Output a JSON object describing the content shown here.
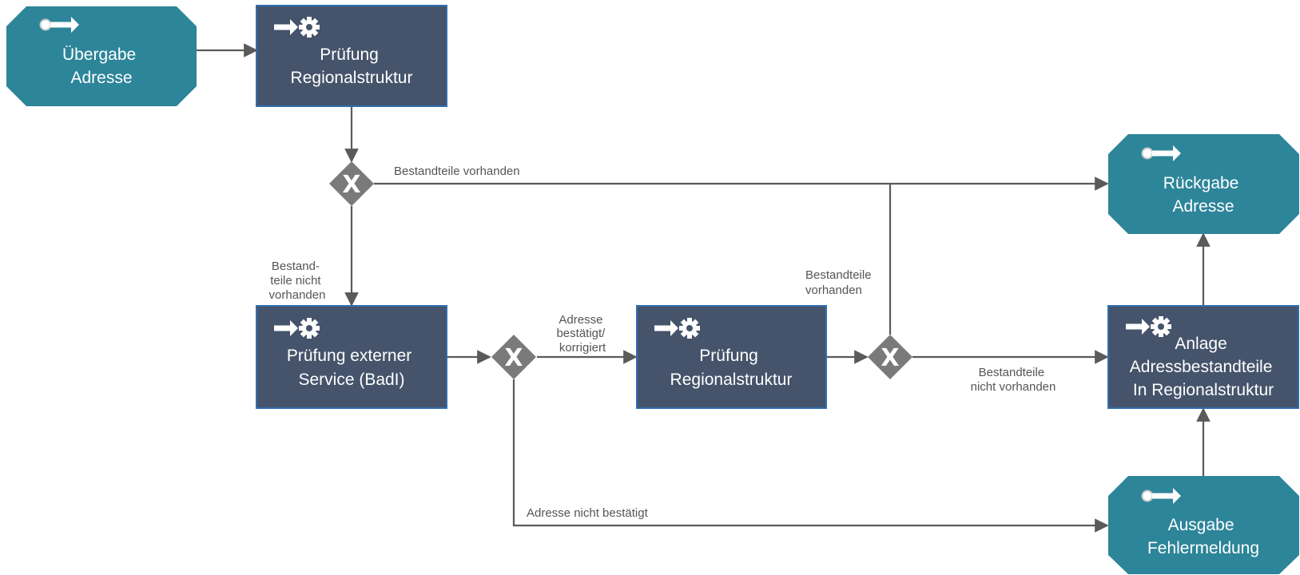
{
  "colors": {
    "event": "#2d8599",
    "function": "#45546b",
    "gateway": "#7a7a7a",
    "connector": "#5a5a5a",
    "label": "#555555"
  },
  "nodes": {
    "uebergabe": {
      "type": "event",
      "icon": "event-start-arrow-icon",
      "lines": [
        "Übergabe",
        "Adresse"
      ]
    },
    "pruefung_regional_1": {
      "type": "function",
      "icon": "service-gear-icon",
      "lines": [
        "Prüfung",
        "Regionalstruktur"
      ]
    },
    "pruefung_extern": {
      "type": "function",
      "icon": "service-gear-icon",
      "lines": [
        "Prüfung externer",
        "Service (BadI)"
      ]
    },
    "pruefung_regional_2": {
      "type": "function",
      "icon": "service-gear-icon",
      "lines": [
        "Prüfung",
        "Regionalstruktur"
      ]
    },
    "rueckgabe": {
      "type": "event",
      "icon": "event-start-arrow-icon",
      "lines": [
        "Rückgabe",
        "Adresse"
      ]
    },
    "anlage": {
      "type": "function",
      "icon": "service-gear-icon",
      "lines": [
        "Anlage",
        "Adressbestandteile",
        "In Regionalstruktur"
      ]
    },
    "ausgabe": {
      "type": "event",
      "icon": "event-start-arrow-icon",
      "lines": [
        "Ausgabe",
        "Fehlermeldung"
      ]
    }
  },
  "gateways": {
    "gw1": {
      "symbol": "X"
    },
    "gw2": {
      "symbol": "X"
    },
    "gw3": {
      "symbol": "X"
    }
  },
  "edge_labels": {
    "gw1_top": [
      "Bestandteile vorhanden"
    ],
    "gw1_down": [
      "Bestand-",
      "teile nicht",
      "vorhanden"
    ],
    "gw2_right": [
      "Adresse",
      "bestätigt/",
      "korrigiert"
    ],
    "gw3_up": [
      "Bestandteile",
      "vorhanden"
    ],
    "gw3_right": [
      "Bestandteile",
      "nicht vorhanden"
    ],
    "gw2_down": [
      "Adresse nicht bestätigt"
    ]
  }
}
